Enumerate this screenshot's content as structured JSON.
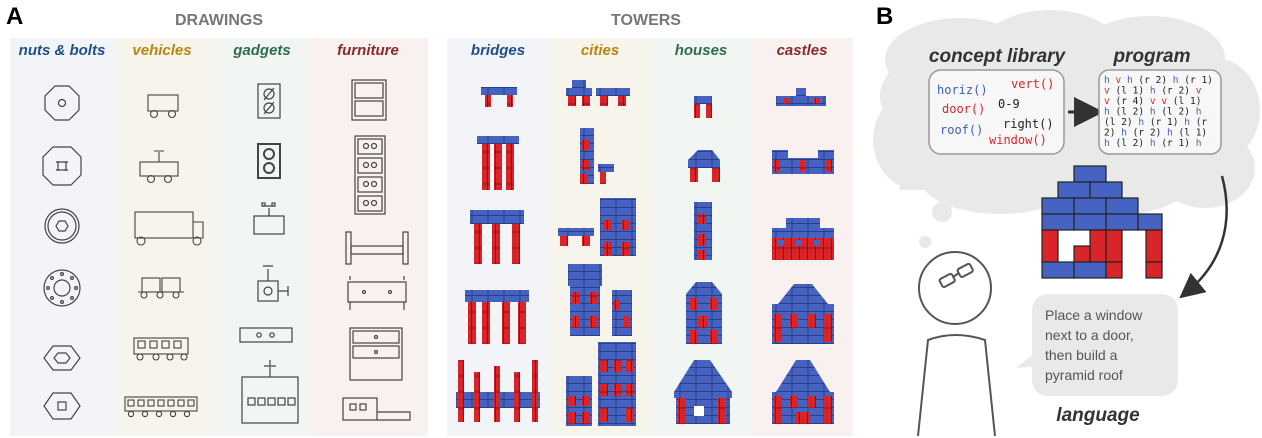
{
  "panel_a": {
    "letter": "A",
    "drawings_title": "DRAWINGS",
    "towers_title": "TOWERS",
    "columns": [
      {
        "label": "nuts & bolts",
        "color": "#1f4e8c",
        "bg": "#f2f4f7"
      },
      {
        "label": "vehicles",
        "color": "#b8860b",
        "bg": "#f7f4ec"
      },
      {
        "label": "gadgets",
        "color": "#2e6b4f",
        "bg": "#f1f6f3"
      },
      {
        "label": "furniture",
        "color": "#8b2a2a",
        "bg": "#f8f1f0"
      },
      {
        "label": "bridges",
        "color": "#1f4e8c",
        "bg": "#f2f4f7"
      },
      {
        "label": "cities",
        "color": "#b8860b",
        "bg": "#f7f4ec"
      },
      {
        "label": "houses",
        "color": "#2e6b4f",
        "bg": "#f1f6f3"
      },
      {
        "label": "castles",
        "color": "#8b2a2a",
        "bg": "#f8f1f0"
      }
    ]
  },
  "panel_b": {
    "letter": "B",
    "library_title": "concept library",
    "program_title": "program",
    "library_items": [
      {
        "text": "horiz()",
        "color": "#3b5fc0"
      },
      {
        "text": "vert()",
        "color": "#d62728"
      },
      {
        "text": "door()",
        "color": "#d62728"
      },
      {
        "text": "0-9",
        "color": "#222222"
      },
      {
        "text": "right()",
        "color": "#222222"
      },
      {
        "text": "roof()",
        "color": "#3b5fc0"
      },
      {
        "text": "window()",
        "color": "#d62728"
      }
    ],
    "program_lines": [
      "h v h (r 2) h (r 1)",
      "v (l 1) h (r 2) v",
      "v (r 4) v v (l 1)",
      "h (l 2) h (l 2) h",
      "(l 2) h (r 1) h (r",
      "2) h (r 2) h (l 1)",
      "h (l 2) h (r 1) h"
    ],
    "speech_lines": [
      "Place a window",
      "next to a door,",
      "then build a",
      "pyramid roof"
    ],
    "language_label": "language",
    "colors": {
      "blue": "#4663c2",
      "red": "#d9252a",
      "cloud": "#e9e9e9"
    }
  }
}
